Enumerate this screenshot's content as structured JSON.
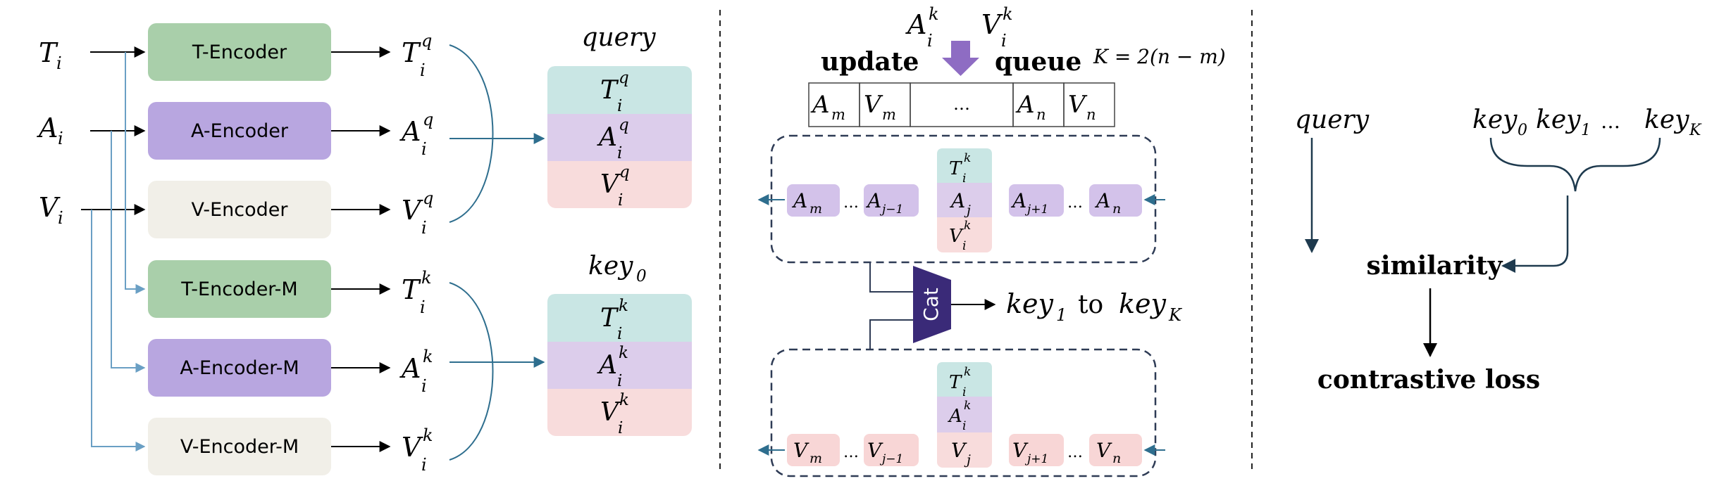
{
  "inputs": [
    {
      "base": "T",
      "sub": "i"
    },
    {
      "base": "A",
      "sub": "i"
    },
    {
      "base": "V",
      "sub": "i"
    }
  ],
  "encoders": [
    {
      "label": "T-Encoder",
      "color": "#a9cfaa"
    },
    {
      "label": "A-Encoder",
      "color": "#b8a6e0"
    },
    {
      "label": "V-Encoder",
      "color": "#f1efe8"
    },
    {
      "label": "T-Encoder-M",
      "color": "#a9cfaa"
    },
    {
      "label": "A-Encoder-M",
      "color": "#b8a6e0"
    },
    {
      "label": "V-Encoder-M",
      "color": "#f1efe8"
    }
  ],
  "encoder_outputs": [
    {
      "base": "T",
      "sub": "i",
      "sup": "q"
    },
    {
      "base": "A",
      "sub": "i",
      "sup": "q"
    },
    {
      "base": "V",
      "sub": "i",
      "sup": "q"
    },
    {
      "base": "T",
      "sub": "i",
      "sup": "k"
    },
    {
      "base": "A",
      "sub": "i",
      "sup": "k"
    },
    {
      "base": "V",
      "sub": "i",
      "sup": "k"
    }
  ],
  "query_label": "query",
  "query_stack": [
    {
      "base": "T",
      "sub": "i",
      "sup": "q",
      "color": "#c9e6e4"
    },
    {
      "base": "A",
      "sub": "i",
      "sup": "q",
      "color": "#dccdeb"
    },
    {
      "base": "V",
      "sub": "i",
      "sup": "q",
      "color": "#f8dcdc"
    }
  ],
  "key0_label": {
    "base": "key",
    "sub": "0"
  },
  "key0_stack": [
    {
      "base": "T",
      "sub": "i",
      "sup": "k",
      "color": "#c9e6e4"
    },
    {
      "base": "A",
      "sub": "i",
      "sup": "k",
      "color": "#dccdeb"
    },
    {
      "base": "V",
      "sub": "i",
      "sup": "k",
      "color": "#f8dcdc"
    }
  ],
  "queue": {
    "top_left": {
      "base": "A",
      "sub": "i",
      "sup": "k"
    },
    "top_right": {
      "base": "V",
      "sub": "i",
      "sup": "k"
    },
    "update_word": "update",
    "queue_word": "queue",
    "formula": "K = 2(n − m)",
    "arrow_color": "#8e6cc3",
    "cells": [
      {
        "base": "A",
        "sub": "m"
      },
      {
        "base": "V",
        "sub": "m"
      },
      {
        "base": "…",
        "sub": ""
      },
      {
        "base": "A",
        "sub": "n"
      },
      {
        "base": "V",
        "sub": "n"
      }
    ]
  },
  "audio_row": {
    "cells": [
      {
        "base": "A",
        "sub": "m"
      },
      {
        "base": "…",
        "sub": ""
      },
      {
        "base": "A",
        "sub": "j−1"
      },
      {
        "base": "A",
        "sub": "j+1"
      },
      {
        "base": "…",
        "sub": ""
      },
      {
        "base": "A",
        "sub": "n"
      }
    ],
    "center": [
      {
        "base": "T",
        "sub": "i",
        "sup": "k",
        "color": "#c9e6e4"
      },
      {
        "base": "A",
        "sub": "j",
        "sup": "",
        "color": "#dccdeb"
      },
      {
        "base": "V",
        "sub": "i",
        "sup": "k",
        "color": "#f8dcdc"
      }
    ],
    "cell_color": "#d3c2ea"
  },
  "video_row": {
    "cells": [
      {
        "base": "V",
        "sub": "m"
      },
      {
        "base": "…",
        "sub": ""
      },
      {
        "base": "V",
        "sub": "j−1"
      },
      {
        "base": "V",
        "sub": "j+1"
      },
      {
        "base": "…",
        "sub": ""
      },
      {
        "base": "V",
        "sub": "n"
      }
    ],
    "center": [
      {
        "base": "T",
        "sub": "i",
        "sup": "k",
        "color": "#c9e6e4"
      },
      {
        "base": "A",
        "sub": "i",
        "sup": "k",
        "color": "#dccdeb"
      },
      {
        "base": "V",
        "sub": "j",
        "sup": "",
        "color": "#f8dcdc"
      }
    ],
    "cell_color": "#f8d6d6"
  },
  "cat": {
    "label": "Cat",
    "color": "#3a2a78"
  },
  "cat_output": {
    "k1": {
      "base": "key",
      "sub": "1"
    },
    "to": "to",
    "kK": {
      "base": "key",
      "sub": "K"
    }
  },
  "similarity_panel": {
    "query": "query",
    "keys": [
      {
        "base": "key",
        "sub": "0"
      },
      {
        "base": "key",
        "sub": "1"
      },
      {
        "base": "…",
        "sub": ""
      },
      {
        "base": "key",
        "sub": "K"
      }
    ],
    "similarity": "similarity",
    "loss": "contrastive loss"
  },
  "colors": {
    "arrow_dark": "#000000",
    "arrow_blue": "#2e6e8e",
    "arrow_light": "#6a9fc4",
    "dashed_box": "#2e3b55"
  }
}
